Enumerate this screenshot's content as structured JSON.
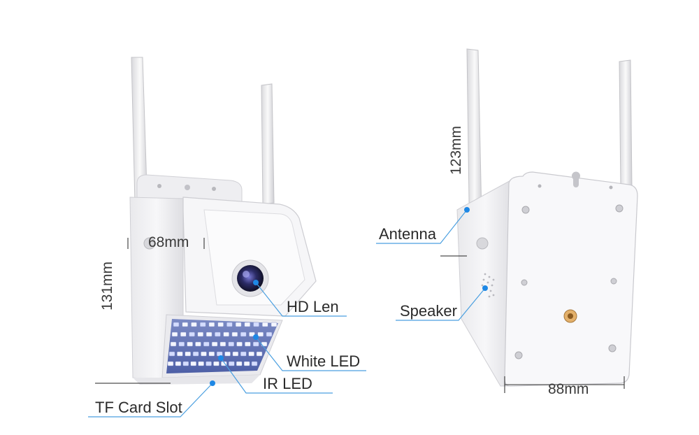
{
  "labels": {
    "hd_len": "HD Len",
    "white_led": "White LED",
    "ir_led": "IR LED",
    "tf_card_slot": "TF Card Slot",
    "antenna": "Antenna",
    "speaker": "Speaker"
  },
  "dimensions": {
    "depth": "68mm",
    "height": "131mm",
    "antenna_length": "123mm",
    "width": "88mm"
  },
  "colors": {
    "callout_line": "#4a9fe0",
    "callout_dot": "#1e88e5",
    "body": "#f3f3f5",
    "led_panel": "#5a6fb0"
  }
}
